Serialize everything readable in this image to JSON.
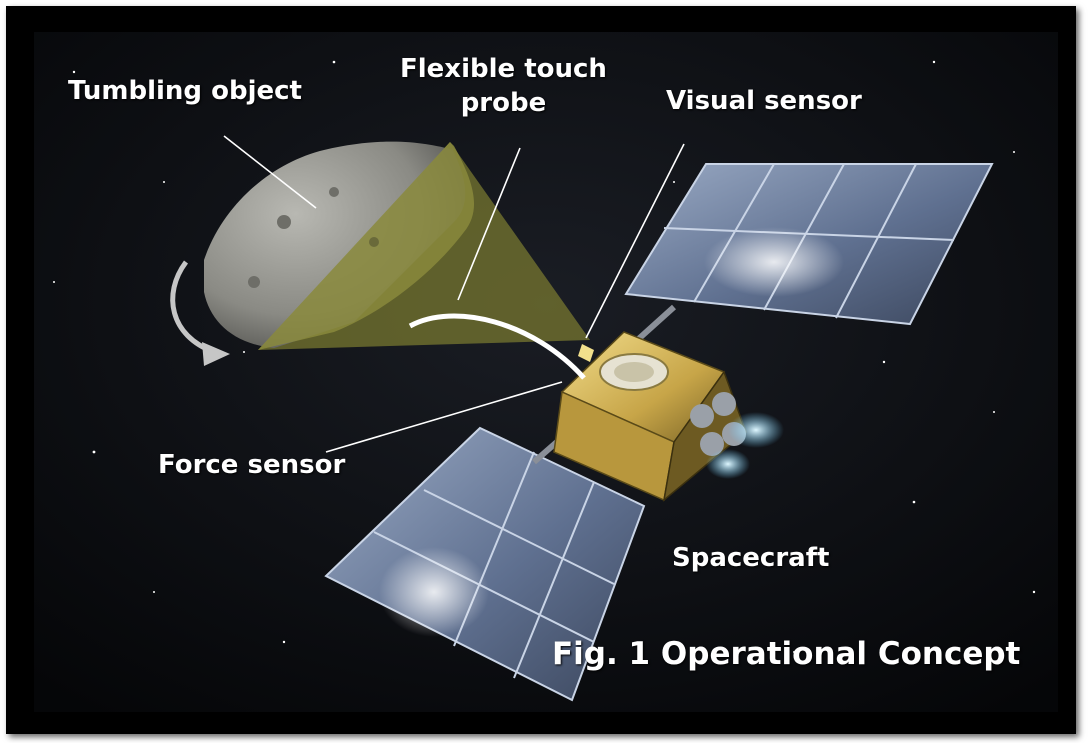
{
  "figure": {
    "labels": {
      "tumbling_object": "Tumbling object",
      "flexible_touch_probe_line1": "Flexible touch",
      "flexible_touch_probe_line2": "probe",
      "visual_sensor": "Visual sensor",
      "force_sensor": "Force sensor",
      "spacecraft": "Spacecraft"
    },
    "caption": "Fig. 1 Operational Concept"
  },
  "colors": {
    "background": "#000000",
    "panel": "#7f93b3",
    "bus_gold": "#c9a94a",
    "asteroid": "#8e8e8a",
    "sensor_cone": "#8a8a3a",
    "thruster_glow": "#9fe3ff"
  },
  "icons": {
    "rotation_arrow": "curved-arrow-icon"
  }
}
